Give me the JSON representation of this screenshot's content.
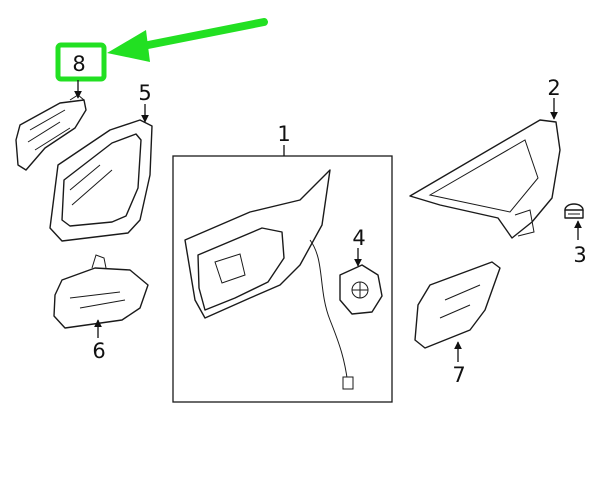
{
  "colors": {
    "highlight": "#22e022",
    "line": "#1a1a1a",
    "background": "#ffffff"
  },
  "callouts": [
    {
      "id": "1",
      "text": "1"
    },
    {
      "id": "2",
      "text": "2"
    },
    {
      "id": "3",
      "text": "3"
    },
    {
      "id": "4",
      "text": "4"
    },
    {
      "id": "5",
      "text": "5"
    },
    {
      "id": "6",
      "text": "6"
    },
    {
      "id": "7",
      "text": "7"
    },
    {
      "id": "8",
      "text": "8"
    }
  ],
  "highlight": {
    "target": "8",
    "icon": "green-arrow-icon"
  }
}
